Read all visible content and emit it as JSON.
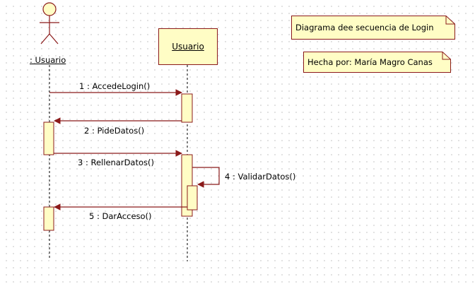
{
  "diagram": {
    "actor": {
      "name": ": Usuario",
      "icon": "stick-figure-actor-icon"
    },
    "object": {
      "name": "Usuario"
    },
    "messages": [
      {
        "label": "1 : AccedeLogin()",
        "from": "actor",
        "to": "object"
      },
      {
        "label": "2 : PideDatos()",
        "from": "object",
        "to": "actor"
      },
      {
        "label": "3 : RellenarDatos()",
        "from": "actor",
        "to": "object"
      },
      {
        "label": "4 : ValidarDatos()",
        "from": "object",
        "to": "object"
      },
      {
        "label": "5 : DarAcceso()",
        "from": "object",
        "to": "actor"
      }
    ],
    "notes": [
      {
        "text": "Diagrama dee secuencia de Login"
      },
      {
        "text": "Hecha por: María Magro Canas"
      }
    ],
    "colors": {
      "border": "#8b1a1a",
      "fill": "#fffdc5",
      "arrow": "#8b1a1a"
    }
  }
}
